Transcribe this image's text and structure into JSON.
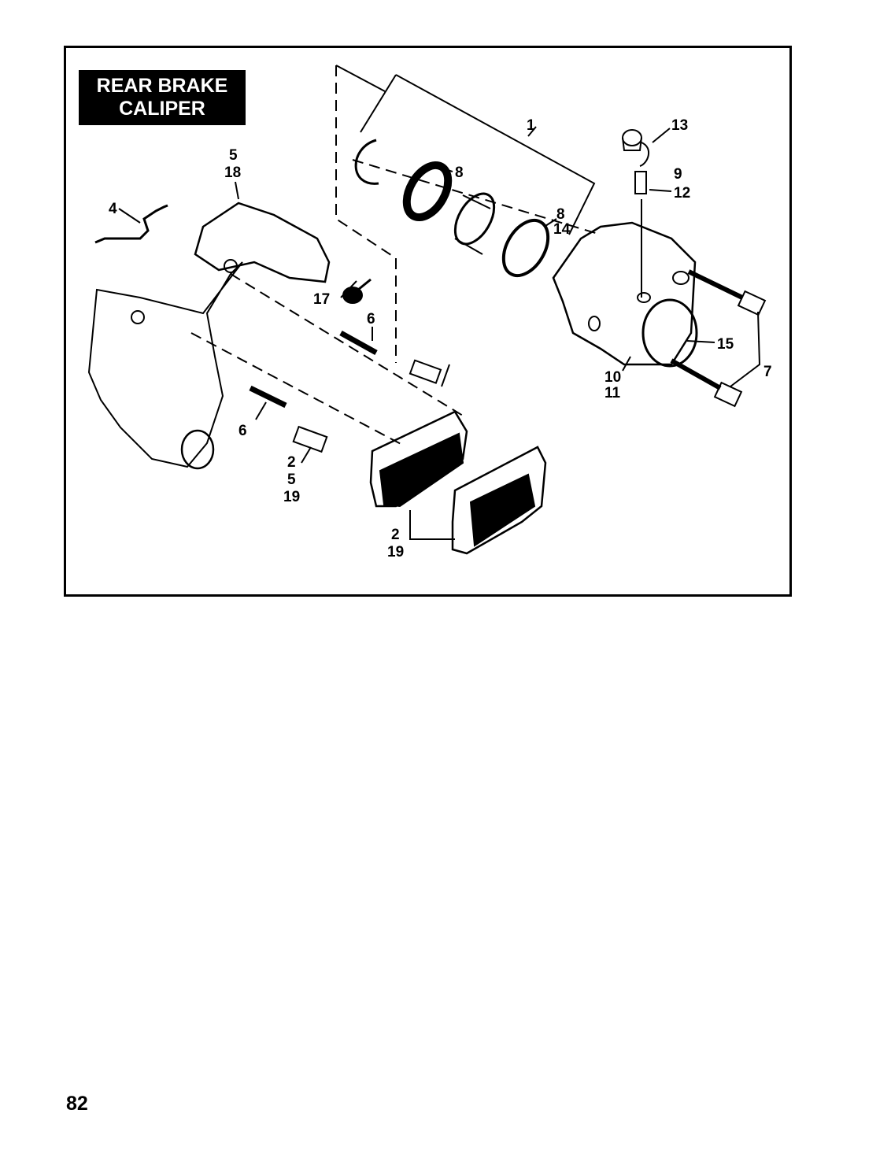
{
  "figure": {
    "title_line1": "REAR BRAKE",
    "title_line2": "CALIPER"
  },
  "callouts": {
    "c1": "1",
    "c13": "13",
    "c9": "9",
    "c12": "12",
    "c8a": "8",
    "c8b": "8",
    "c14": "14",
    "c5a": "5",
    "c18a": "18",
    "c4": "4",
    "c17": "17",
    "c6a": "6",
    "c6b": "6",
    "c15": "15",
    "c7": "7",
    "c10": "10",
    "c11": "11",
    "c2a": "2",
    "c5b": "5",
    "c19a": "19",
    "c2b": "2",
    "c19b": "19"
  },
  "page_number": "82"
}
